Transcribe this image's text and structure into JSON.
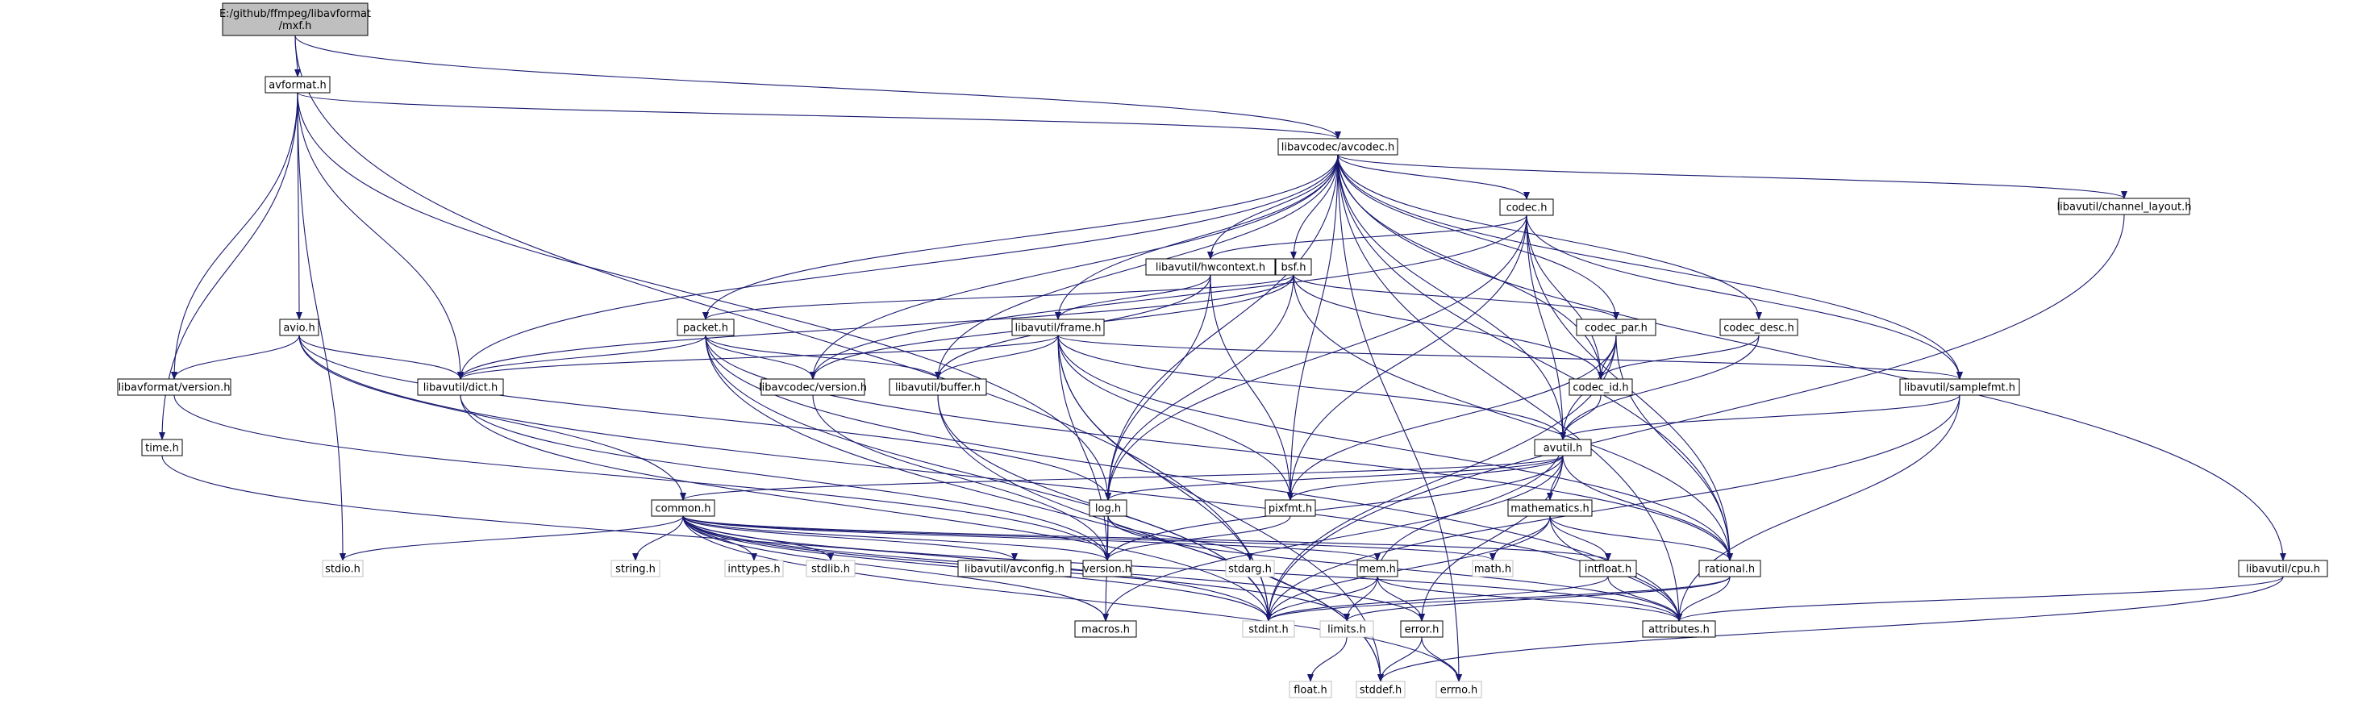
{
  "graph": {
    "nodes": [
      {
        "id": "mxf",
        "label": "E:/github/ffmpeg/libavformat\n/mxf.h",
        "kind": "root"
      },
      {
        "id": "avformat",
        "label": "avformat.h",
        "kind": "file"
      },
      {
        "id": "avcodec",
        "label": "libavcodec/avcodec.h",
        "kind": "file"
      },
      {
        "id": "codec",
        "label": "codec.h",
        "kind": "file"
      },
      {
        "id": "chlayout",
        "label": "libavutil/channel_layout.h",
        "kind": "file"
      },
      {
        "id": "hwcontext",
        "label": "libavutil/hwcontext.h",
        "kind": "file"
      },
      {
        "id": "bsf",
        "label": "bsf.h",
        "kind": "file"
      },
      {
        "id": "avio",
        "label": "avio.h",
        "kind": "file"
      },
      {
        "id": "packet",
        "label": "packet.h",
        "kind": "file"
      },
      {
        "id": "frame",
        "label": "libavutil/frame.h",
        "kind": "file"
      },
      {
        "id": "codecpar",
        "label": "codec_par.h",
        "kind": "file"
      },
      {
        "id": "codecdesc",
        "label": "codec_desc.h",
        "kind": "file"
      },
      {
        "id": "fmtversion",
        "label": "libavformat/version.h",
        "kind": "file"
      },
      {
        "id": "dict",
        "label": "libavutil/dict.h",
        "kind": "file"
      },
      {
        "id": "codecversion",
        "label": "libavcodec/version.h",
        "kind": "file"
      },
      {
        "id": "buffer",
        "label": "libavutil/buffer.h",
        "kind": "file"
      },
      {
        "id": "codecid",
        "label": "codec_id.h",
        "kind": "file"
      },
      {
        "id": "samplefmt",
        "label": "libavutil/samplefmt.h",
        "kind": "file"
      },
      {
        "id": "time",
        "label": "time.h",
        "kind": "file"
      },
      {
        "id": "avutil",
        "label": "avutil.h",
        "kind": "file"
      },
      {
        "id": "common",
        "label": "common.h",
        "kind": "file"
      },
      {
        "id": "log",
        "label": "log.h",
        "kind": "file"
      },
      {
        "id": "pixfmt",
        "label": "pixfmt.h",
        "kind": "file"
      },
      {
        "id": "mathematics",
        "label": "mathematics.h",
        "kind": "file"
      },
      {
        "id": "stdio",
        "label": "stdio.h",
        "kind": "sys"
      },
      {
        "id": "string",
        "label": "string.h",
        "kind": "sys"
      },
      {
        "id": "inttypes",
        "label": "inttypes.h",
        "kind": "sys"
      },
      {
        "id": "stdlib",
        "label": "stdlib.h",
        "kind": "sys"
      },
      {
        "id": "avconfig",
        "label": "libavutil/avconfig.h",
        "kind": "file"
      },
      {
        "id": "version",
        "label": "version.h",
        "kind": "file"
      },
      {
        "id": "stdarg",
        "label": "stdarg.h",
        "kind": "sys"
      },
      {
        "id": "mem",
        "label": "mem.h",
        "kind": "file"
      },
      {
        "id": "math",
        "label": "math.h",
        "kind": "sys"
      },
      {
        "id": "intfloat",
        "label": "intfloat.h",
        "kind": "file"
      },
      {
        "id": "rational",
        "label": "rational.h",
        "kind": "file"
      },
      {
        "id": "cpu",
        "label": "libavutil/cpu.h",
        "kind": "file"
      },
      {
        "id": "macros",
        "label": "macros.h",
        "kind": "file"
      },
      {
        "id": "stdint",
        "label": "stdint.h",
        "kind": "sys"
      },
      {
        "id": "limits",
        "label": "limits.h",
        "kind": "sys"
      },
      {
        "id": "error",
        "label": "error.h",
        "kind": "file"
      },
      {
        "id": "attributes",
        "label": "attributes.h",
        "kind": "file"
      },
      {
        "id": "float",
        "label": "float.h",
        "kind": "sys"
      },
      {
        "id": "stddef",
        "label": "stddef.h",
        "kind": "sys"
      },
      {
        "id": "errno",
        "label": "errno.h",
        "kind": "sys"
      }
    ],
    "edges": [
      [
        "mxf",
        "avformat"
      ],
      [
        "mxf",
        "avcodec"
      ],
      [
        "mxf",
        "stdint"
      ],
      [
        "avformat",
        "avcodec"
      ],
      [
        "avformat",
        "avio"
      ],
      [
        "avformat",
        "fmtversion"
      ],
      [
        "avformat",
        "dict"
      ],
      [
        "avformat",
        "time"
      ],
      [
        "avformat",
        "stdio"
      ],
      [
        "avformat",
        "log"
      ],
      [
        "avcodec",
        "codec"
      ],
      [
        "avcodec",
        "chlayout"
      ],
      [
        "avcodec",
        "hwcontext"
      ],
      [
        "avcodec",
        "bsf"
      ],
      [
        "avcodec",
        "packet"
      ],
      [
        "avcodec",
        "frame"
      ],
      [
        "avcodec",
        "codecpar"
      ],
      [
        "avcodec",
        "codecdesc"
      ],
      [
        "avcodec",
        "codecversion"
      ],
      [
        "avcodec",
        "buffer"
      ],
      [
        "avcodec",
        "codecid"
      ],
      [
        "avcodec",
        "samplefmt"
      ],
      [
        "avcodec",
        "dict"
      ],
      [
        "avcodec",
        "avutil"
      ],
      [
        "avcodec",
        "log"
      ],
      [
        "avcodec",
        "pixfmt"
      ],
      [
        "avcodec",
        "rational"
      ],
      [
        "avcodec",
        "cpu"
      ],
      [
        "avcodec",
        "attributes"
      ],
      [
        "avcodec",
        "errno"
      ],
      [
        "codec",
        "hwcontext"
      ],
      [
        "codec",
        "codecid"
      ],
      [
        "codec",
        "avutil"
      ],
      [
        "codec",
        "samplefmt"
      ],
      [
        "codec",
        "pixfmt"
      ],
      [
        "codec",
        "rational"
      ],
      [
        "codec",
        "log"
      ],
      [
        "codec",
        "codecversion"
      ],
      [
        "hwcontext",
        "frame"
      ],
      [
        "hwcontext",
        "buffer"
      ],
      [
        "hwcontext",
        "log"
      ],
      [
        "hwcontext",
        "pixfmt"
      ],
      [
        "bsf",
        "packet"
      ],
      [
        "bsf",
        "codecpar"
      ],
      [
        "bsf",
        "codecid"
      ],
      [
        "bsf",
        "dict"
      ],
      [
        "bsf",
        "log"
      ],
      [
        "bsf",
        "rational"
      ],
      [
        "bsf",
        "codecversion"
      ],
      [
        "avio",
        "dict"
      ],
      [
        "avio",
        "fmtversion"
      ],
      [
        "avio",
        "common"
      ],
      [
        "avio",
        "log"
      ],
      [
        "avio",
        "attributes"
      ],
      [
        "packet",
        "dict"
      ],
      [
        "packet",
        "codecversion"
      ],
      [
        "packet",
        "buffer"
      ],
      [
        "packet",
        "attributes"
      ],
      [
        "packet",
        "rational"
      ],
      [
        "packet",
        "stddef"
      ],
      [
        "packet",
        "stdint"
      ],
      [
        "frame",
        "buffer"
      ],
      [
        "frame",
        "dict"
      ],
      [
        "frame",
        "samplefmt"
      ],
      [
        "frame",
        "avutil"
      ],
      [
        "frame",
        "pixfmt"
      ],
      [
        "frame",
        "rational"
      ],
      [
        "frame",
        "version"
      ],
      [
        "frame",
        "stdint"
      ],
      [
        "frame",
        "stddef"
      ],
      [
        "codecpar",
        "codecid"
      ],
      [
        "codecpar",
        "avutil"
      ],
      [
        "codecpar",
        "pixfmt"
      ],
      [
        "codecpar",
        "rational"
      ],
      [
        "codecpar",
        "stdint"
      ],
      [
        "codecdesc",
        "codecid"
      ],
      [
        "codecdesc",
        "avutil"
      ],
      [
        "fmtversion",
        "version"
      ],
      [
        "dict",
        "stdint"
      ],
      [
        "dict",
        "version"
      ],
      [
        "codecversion",
        "version"
      ],
      [
        "buffer",
        "stddef"
      ],
      [
        "buffer",
        "stdint"
      ],
      [
        "codecid",
        "avutil"
      ],
      [
        "samplefmt",
        "avutil"
      ],
      [
        "samplefmt",
        "attributes"
      ],
      [
        "samplefmt",
        "stdint"
      ],
      [
        "time",
        "stdint"
      ],
      [
        "chlayout",
        "stdint"
      ],
      [
        "avutil",
        "common"
      ],
      [
        "avutil",
        "log"
      ],
      [
        "avutil",
        "pixfmt"
      ],
      [
        "avutil",
        "mathematics"
      ],
      [
        "avutil",
        "rational"
      ],
      [
        "avutil",
        "version"
      ],
      [
        "avutil",
        "macros"
      ],
      [
        "avutil",
        "error"
      ],
      [
        "common",
        "stdio"
      ],
      [
        "common",
        "string"
      ],
      [
        "common",
        "inttypes"
      ],
      [
        "common",
        "stdlib"
      ],
      [
        "common",
        "avconfig"
      ],
      [
        "common",
        "version"
      ],
      [
        "common",
        "math"
      ],
      [
        "common",
        "attributes"
      ],
      [
        "common",
        "macros"
      ],
      [
        "common",
        "mem"
      ],
      [
        "common",
        "errno"
      ],
      [
        "common",
        "limits"
      ],
      [
        "common",
        "stdint"
      ],
      [
        "common",
        "error"
      ],
      [
        "common",
        "intfloat"
      ],
      [
        "log",
        "version"
      ],
      [
        "log",
        "stdarg"
      ],
      [
        "log",
        "attributes"
      ],
      [
        "log",
        "macros"
      ],
      [
        "pixfmt",
        "version"
      ],
      [
        "mathematics",
        "math"
      ],
      [
        "mathematics",
        "rational"
      ],
      [
        "mathematics",
        "intfloat"
      ],
      [
        "mathematics",
        "attributes"
      ],
      [
        "mathematics",
        "stdint"
      ],
      [
        "mem",
        "avutil"
      ],
      [
        "mem",
        "attributes"
      ],
      [
        "mem",
        "error"
      ],
      [
        "mem",
        "limits"
      ],
      [
        "mem",
        "stdint"
      ],
      [
        "intfloat",
        "attributes"
      ],
      [
        "intfloat",
        "stdint"
      ],
      [
        "rational",
        "attributes"
      ],
      [
        "rational",
        "limits"
      ],
      [
        "rational",
        "stdint"
      ],
      [
        "cpu",
        "attributes"
      ],
      [
        "cpu",
        "stddef"
      ],
      [
        "error",
        "errno"
      ],
      [
        "error",
        "stddef"
      ],
      [
        "limits",
        "float"
      ]
    ]
  }
}
